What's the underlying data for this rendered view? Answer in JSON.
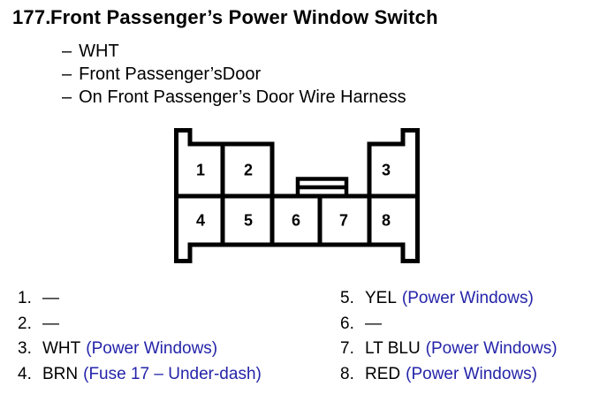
{
  "page": {
    "item_number": "177.",
    "title": "Front Passenger’s Power Window Switch",
    "bullet_dash": "–",
    "details": [
      "WHT",
      "Front Passenger’sDoor",
      "On Front Passenger’s Door Wire Harness"
    ]
  },
  "connector": {
    "pins_top": [
      "1",
      "2",
      "3"
    ],
    "pins_bottom": [
      "4",
      "5",
      "6",
      "7",
      "8"
    ]
  },
  "pin_list": {
    "left": [
      {
        "num": "1.",
        "wire": "—",
        "circuit": ""
      },
      {
        "num": "2.",
        "wire": "—",
        "circuit": ""
      },
      {
        "num": "3.",
        "wire": "WHT",
        "circuit": "(Power Windows)"
      },
      {
        "num": "4.",
        "wire": "BRN",
        "circuit": "(Fuse 17 – Under-dash)"
      }
    ],
    "right": [
      {
        "num": "5.",
        "wire": "YEL",
        "circuit": "(Power Windows)"
      },
      {
        "num": "6.",
        "wire": "—",
        "circuit": ""
      },
      {
        "num": "7.",
        "wire": "LT BLU",
        "circuit": "(Power Windows)"
      },
      {
        "num": "8.",
        "wire": "RED",
        "circuit": "(Power Windows)"
      }
    ]
  },
  "colors": {
    "link_blue": "#2424aa",
    "line_black": "#000000",
    "background": "#ffffff"
  }
}
